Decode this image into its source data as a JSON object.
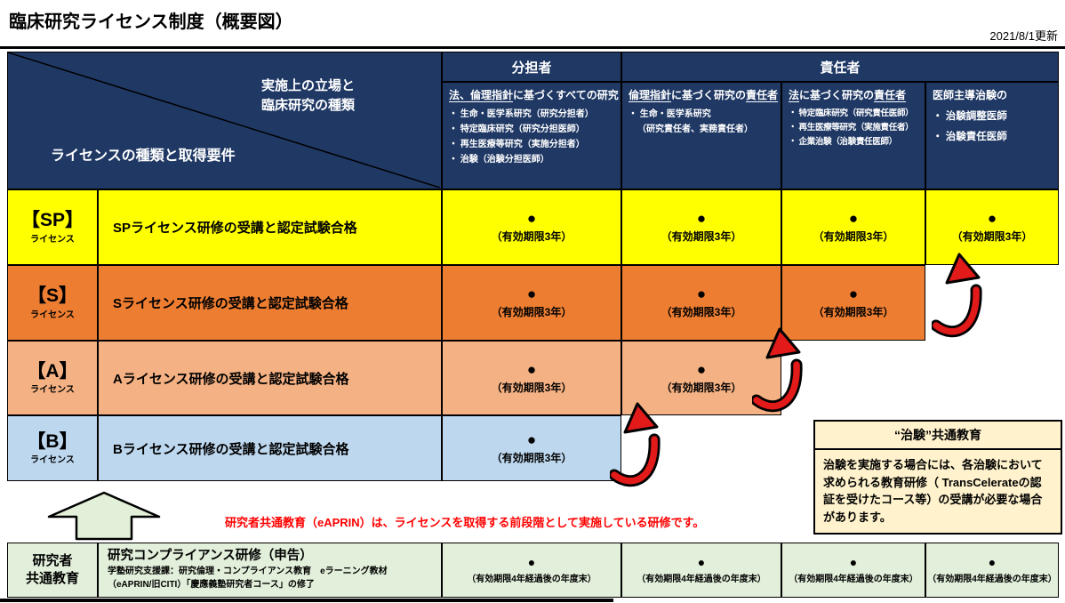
{
  "page": {
    "title": "臨床研究ライセンス制度（概要図）",
    "updated": "2021/8/1更新"
  },
  "colors": {
    "navy": "#1F3864",
    "yellow": "#FFFF00",
    "orange": "#ED7D31",
    "peach": "#F4B183",
    "blue": "#BDD7EE",
    "green": "#E2EFDA",
    "cream": "#FFF2CC",
    "red_note": "#FF0000"
  },
  "matrix": {
    "corner": {
      "top1": "実施上の立場と",
      "top2": "臨床研究の種類",
      "bottom": "ライセンスの種類と取得要件"
    },
    "groups": {
      "buntan": "分担者",
      "sekinin": "責任者"
    },
    "col1": {
      "title_u": "法、倫理指針",
      "title_rest": "に基づくすべての研究",
      "b1": "・ 生命・医学系研究（研究分担者）",
      "b2": "・ 特定臨床研究（研究分担医師）",
      "b3": "・ 再生医療等研究（実施分担者）",
      "b4": "・ 治験（治験分担医師）"
    },
    "col2": {
      "title_u1": "倫理指針",
      "title_mid": "に基づく研究の",
      "title_u2": "責任者",
      "b1": "・ 生命・医学系研究",
      "b2": "（研究責任者、実務責任者）"
    },
    "col3": {
      "title_u1": "法",
      "title_mid": "に基づく研究の",
      "title_u2": "責任者",
      "b1": "・ 特定臨床研究（研究責任医師）",
      "b2": "・ 再生医療等研究（実施責任者）",
      "b3": "・ 企業治験（治験責任医師）"
    },
    "col4": {
      "title": "医師主導治験の",
      "b1": "・ 治験調整医師",
      "b2": "・ 治験責任医師"
    }
  },
  "rows": {
    "sp": {
      "tag": "【SP】",
      "tag_sub": "ライセンス",
      "desc": "SPライセンス研修の受講と認定試験合格",
      "dot": "●",
      "note": "（有効期限3年）"
    },
    "s": {
      "tag": "【S】",
      "tag_sub": "ライセンス",
      "desc": "Sライセンス研修の受講と認定試験合格",
      "dot": "●",
      "note": "（有効期限3年）"
    },
    "a": {
      "tag": "【A】",
      "tag_sub": "ライセンス",
      "desc": "Aライセンス研修の受講と認定試験合格",
      "dot": "●",
      "note": "（有効期限3年）"
    },
    "b": {
      "tag": "【B】",
      "tag_sub": "ライセンス",
      "desc": "Bライセンス研修の受講と認定試験合格",
      "dot": "●",
      "note": "（有効期限3年）"
    }
  },
  "prerequisite_note": "研究者共通教育（eAPRIN）は、ライセンスを取得する前段階として実施している研修です。",
  "trial_box": {
    "title": "“治験”共通教育",
    "body": "治験を実施する場合には、各治験において求められる教育研修（ TransCelerateの認証を受けたコース等）の受講が必要な場合があります。"
  },
  "common": {
    "label1": "研究者",
    "label2": "共通教育",
    "title": "研究コンプライアンス研修（申告）",
    "sub1": "学塾研究支援課：研究倫理・コンプライアンス教育　eラーニング教材",
    "sub2": "（eAPRIN/旧CITI）「慶應義塾研究者コース」の修了",
    "dot": "●",
    "note": "（有効期限4年経過後の年度末）"
  },
  "icons": {
    "upgrade_arrow": "curved-red-up-arrow",
    "prerequisite_arrow": "green-block-up-arrow"
  }
}
